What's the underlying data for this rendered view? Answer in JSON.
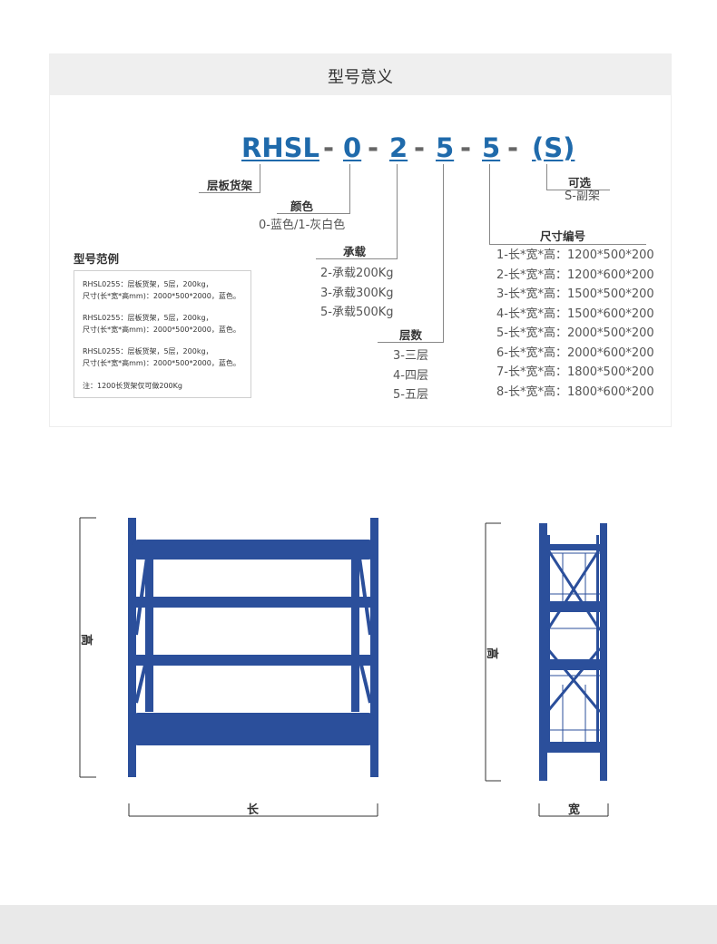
{
  "title": "型号意义",
  "code": {
    "prefix": "RHSL",
    "dash": "-",
    "seg_color": "0",
    "seg_load": "2",
    "seg_layers": "5",
    "seg_size": "5",
    "seg_optional": "(S)"
  },
  "labels": {
    "shelf_type": "层板货架",
    "color": "颜色",
    "load": "承载",
    "layers": "层数",
    "size_no": "尺寸编号",
    "optional": "可选"
  },
  "color_options": "0-蓝色/1-灰白色",
  "optional_options": "S-副架",
  "load_options": [
    "2-承载200Kg",
    "3-承载300Kg",
    "5-承载500Kg"
  ],
  "layer_options": [
    "3-三层",
    "4-四层",
    "5-五层"
  ],
  "size_options": [
    "1-长*宽*高：1200*500*200",
    "2-长*宽*高：1200*600*200",
    "3-长*宽*高：1500*500*200",
    "4-长*宽*高：1500*600*200",
    "5-长*宽*高：2000*500*200",
    "6-长*宽*高：2000*600*200",
    "7-长*宽*高：1800*500*200",
    "8-长*宽*高：1800*600*200"
  ],
  "examples": {
    "title": "型号范例",
    "items": [
      {
        "line1": "RHSL0255：层板货架，5层，200kg，",
        "line2": "尺寸(长*宽*高mm)：2000*500*2000，蓝色。"
      },
      {
        "line1": "RHSL0255：层板货架，5层，200kg，",
        "line2": "尺寸(长*宽*高mm)：2000*500*2000，蓝色。"
      },
      {
        "line1": "RHSL0255：层板货架，5层，200kg，",
        "line2": "尺寸(长*宽*高mm)：2000*500*2000，蓝色。"
      }
    ],
    "note": "注：1200长货架仅可做200Kg"
  },
  "dimensions": {
    "front_height": "高",
    "front_length": "长",
    "side_height": "高",
    "side_width": "宽"
  },
  "colors": {
    "brand_blue": "#1f6aab",
    "shelf_blue": "#2b4f9b",
    "header_gray": "#efefef",
    "footer_gray": "#e9e9e9"
  }
}
